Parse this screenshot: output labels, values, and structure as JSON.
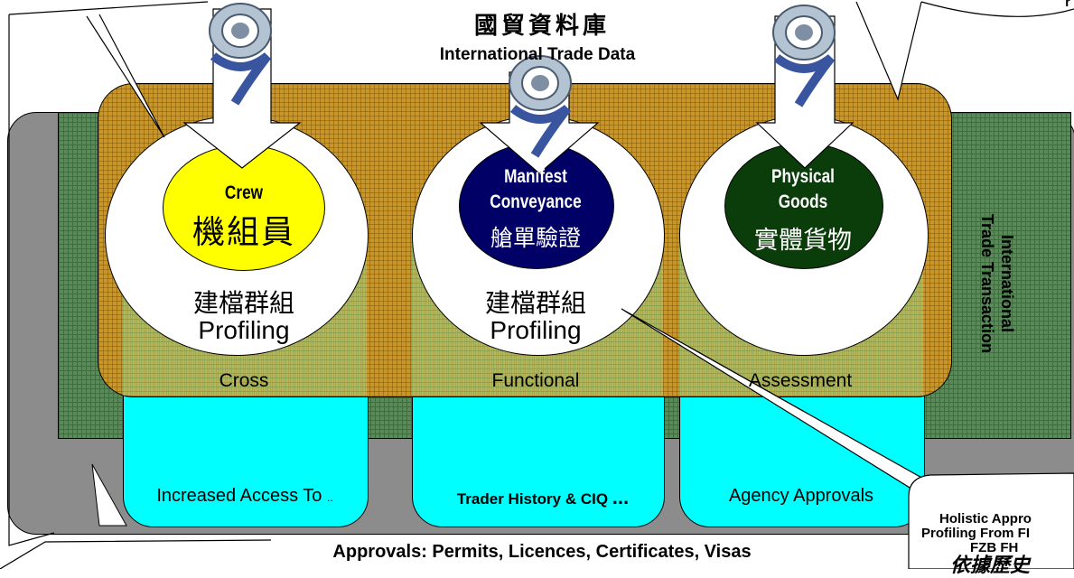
{
  "title_zh": "國貿資料庫",
  "title_en": "International Trade Data",
  "side_label": [
    "International",
    "Trade Transaction"
  ],
  "top_right_fragment": "r",
  "columns": [
    {
      "en": "Crew",
      "zh": "機組員",
      "profiling_zh": "建檔群組",
      "profiling_en": "Profiling",
      "band": "Cross",
      "bottom": "Increased Access To",
      "bottom_ellipsis": ".."
    },
    {
      "en": "Manifest Conveyance",
      "en_line1": "Manifest",
      "en_line2": "Conveyance",
      "zh": "艙單驗證",
      "profiling_zh": "建檔群組",
      "profiling_en": "Profiling",
      "band": "Functional",
      "bottom": "Trader History & CIQ",
      "bottom_ellipsis": "..."
    },
    {
      "en": "Physical Goods",
      "en_line1": "Physical",
      "en_line2": "Goods",
      "zh": "實體貨物",
      "band": "Assessment",
      "bottom": "Agency Approvals"
    }
  ],
  "approvals": "Approvals: Permits, Licences, Certificates, Visas",
  "callout": {
    "line1": "Holistic Appro",
    "line2": "Profiling From FI",
    "line3": "FZB FH",
    "zh": "依據歷史"
  },
  "colors": {
    "crew": "#ffff00",
    "manifest": "#000066",
    "goods": "#0b3d0b",
    "cyan": "#00ffff",
    "gray": "#8c8c8c"
  }
}
